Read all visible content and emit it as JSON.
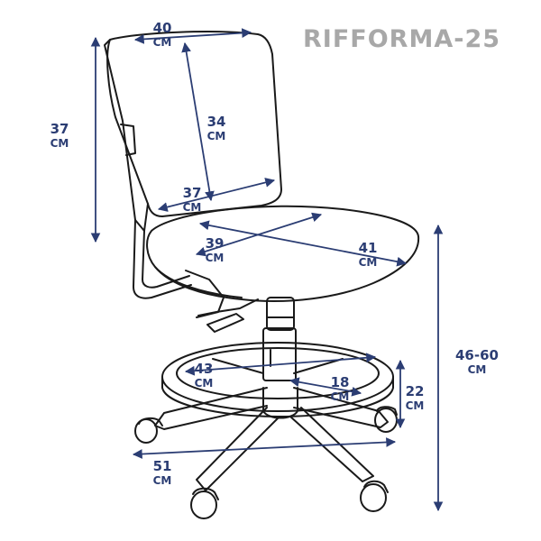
{
  "product_title": "RIFFORMA-25",
  "colors": {
    "outline": "#1a1a1a",
    "dimension": "#2b3d73",
    "title": "#a8a8a8"
  },
  "dimensions": {
    "back_width": {
      "value": "40",
      "unit": "СМ"
    },
    "back_height": {
      "value": "37",
      "unit": "СМ"
    },
    "back_inner": {
      "value": "34",
      "unit": "СМ"
    },
    "back_lower": {
      "value": "37",
      "unit": "СМ"
    },
    "seat_depth": {
      "value": "39",
      "unit": "СМ"
    },
    "seat_width": {
      "value": "41",
      "unit": "СМ"
    },
    "seat_height": {
      "value": "46-60",
      "unit": "СМ"
    },
    "ring_outer": {
      "value": "43",
      "unit": "СМ"
    },
    "ring_inner": {
      "value": "18",
      "unit": "СМ"
    },
    "ring_height": {
      "value": "22",
      "unit": "СМ"
    },
    "base_width": {
      "value": "51",
      "unit": "СМ"
    }
  }
}
